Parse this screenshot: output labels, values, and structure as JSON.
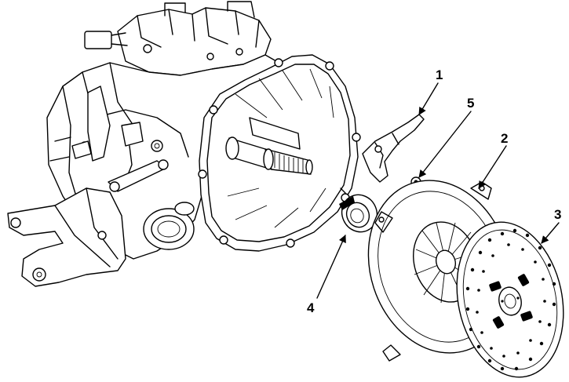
{
  "diagram": {
    "callouts": [
      {
        "id": "release-fork",
        "label": "1"
      },
      {
        "id": "pressure-plate",
        "label": "2"
      },
      {
        "id": "clutch-disc",
        "label": "3"
      },
      {
        "id": "release-bearing",
        "label": "4"
      },
      {
        "id": "pivot-bolt",
        "label": "5"
      }
    ]
  }
}
